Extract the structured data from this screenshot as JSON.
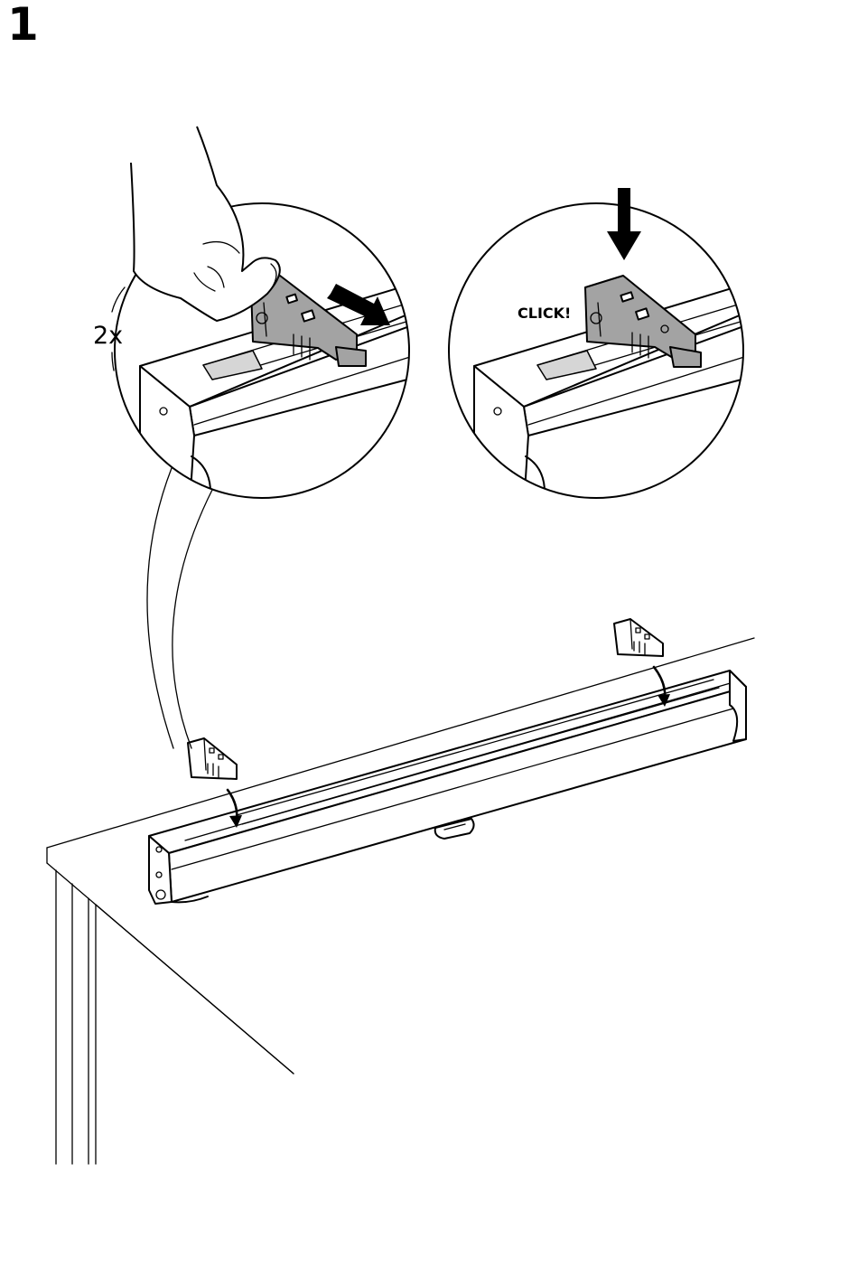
{
  "step": {
    "number": "1"
  },
  "detail_left": {
    "quantity_label": "2x"
  },
  "detail_right": {
    "sound_label": "CLICK!"
  },
  "icons": {
    "hand": "hand-icon",
    "push_arrow": "arrow-right-down-icon",
    "press_arrow": "arrow-down-icon",
    "mount_arrow": "curved-arrow-down-icon"
  },
  "colors": {
    "ink": "#000000",
    "bracket_fill": "#a3a3a3",
    "paper": "#ffffff"
  }
}
